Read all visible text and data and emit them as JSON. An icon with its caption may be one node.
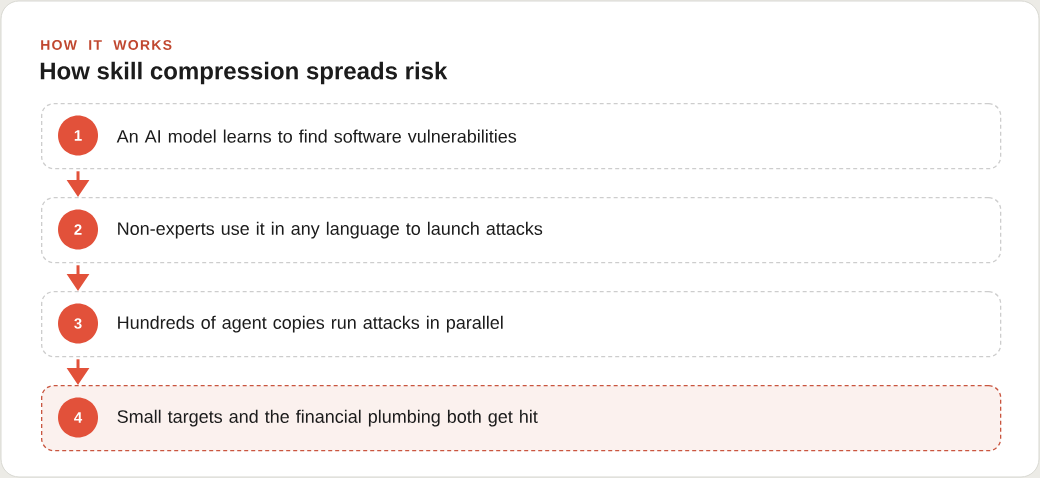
{
  "diagram": {
    "title": "How skill compression spreads risk",
    "labels": [
      "HOW IT WORKS"
    ],
    "nodes": [
      {
        "text": [
          "An AI model learns to find software vulnerabilities"
        ]
      },
      {
        "text": [
          "1"
        ],
        "in": 0
      },
      {
        "text": [
          "Non-experts use it in any language to launch attacks"
        ]
      },
      {
        "text": [
          "2"
        ],
        "in": 2
      },
      {
        "text": [
          "Hundreds of agent copies run attacks in parallel"
        ]
      },
      {
        "text": [
          "3"
        ],
        "in": 4
      },
      {
        "text": [
          "Small targets and the financial plumbing both get hit"
        ]
      },
      {
        "text": [
          "4"
        ],
        "in": 6
      }
    ],
    "edges": [
      {
        "from": 0,
        "to": 2,
        "arrow": "to"
      },
      {
        "from": 2,
        "to": 4,
        "arrow": "to"
      },
      {
        "from": 4,
        "to": 6,
        "arrow": "to"
      }
    ]
  }
}
